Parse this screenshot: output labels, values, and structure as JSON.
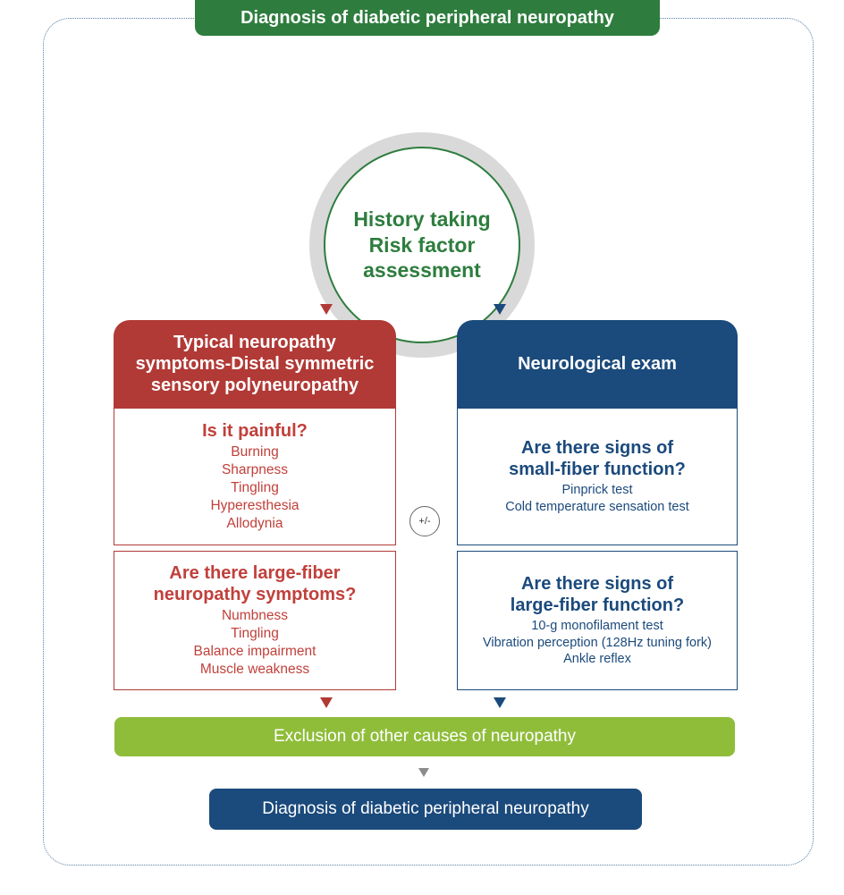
{
  "title": "Diagnosis of diabetic peripheral neuropathy",
  "history": {
    "lines": [
      "History taking",
      "Risk factor",
      "assessment"
    ]
  },
  "left": {
    "header_lines": [
      "Typical neuropathy",
      "symptoms-Distal symmetric",
      "sensory polyneuropathy"
    ],
    "panel1": {
      "question": "Is it painful?",
      "items": [
        "Burning",
        "Sharpness",
        "Tingling",
        "Hyperesthesia",
        "Allodynia"
      ]
    },
    "panel2": {
      "question_lines": [
        "Are there large-fiber",
        "neuropathy symptoms?"
      ],
      "items": [
        "Numbness",
        "Tingling",
        "Balance impairment",
        "Muscle weakness"
      ]
    }
  },
  "right": {
    "header": "Neurological exam",
    "panel1": {
      "question_lines": [
        "Are there signs of",
        "small-fiber function?"
      ],
      "items": [
        "Pinprick test",
        "Cold temperature sensation test"
      ]
    },
    "panel2": {
      "question_lines": [
        "Are there signs of",
        "large-fiber function?"
      ],
      "items": [
        "10-g monofilament test",
        "Vibration perception (128Hz tuning fork)",
        "Ankle reflex"
      ]
    }
  },
  "connector": "+/-",
  "exclusion": "Exclusion of other causes of neuropathy",
  "diagnosis": "Diagnosis of diabetic peripheral neuropathy",
  "colors": {
    "green": "#2e7d3e",
    "red": "#b13a36",
    "blue": "#1b4a7c",
    "lime": "#8fbd3a",
    "gray": "#d9d9d9"
  }
}
